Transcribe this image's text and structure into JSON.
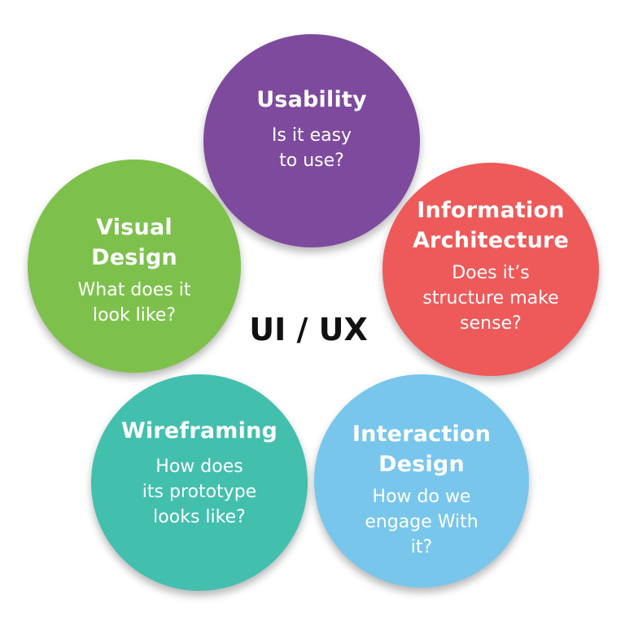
{
  "center": {
    "label": "UI / UX"
  },
  "circles": [
    {
      "title": "Usability",
      "description": "Is it easy\nto use?",
      "color": "#7e4a9e"
    },
    {
      "title": "Visual\nDesign",
      "description": "What does it\nlook like?",
      "color": "#7dc14c"
    },
    {
      "title": "Information\nArchitecture",
      "description": "Does it’s\nstructure make\nsense?",
      "color": "#ee5a5a"
    },
    {
      "title": "Wireframing",
      "description": "How does\nits prototype\nlooks like?",
      "color": "#43bfae"
    },
    {
      "title": "Interaction\nDesign",
      "description": "How do we\nengage With\nit?",
      "color": "#78c6ec"
    }
  ]
}
